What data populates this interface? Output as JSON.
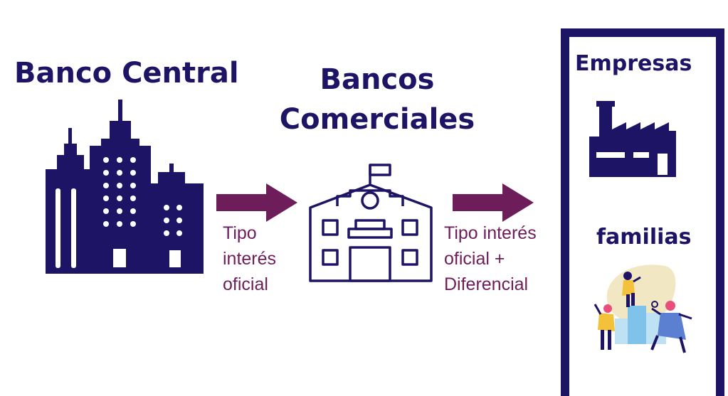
{
  "banco_central": {
    "title": "Banco Central"
  },
  "bancos_comerciales": {
    "title_line1": "Bancos",
    "title_line2": "Comerciales"
  },
  "arrow1": {
    "label_lines": [
      "Tipo",
      "interés",
      "oficial"
    ]
  },
  "arrow2": {
    "label_lines": [
      "Tipo interés",
      "oficial +",
      "Diferencial"
    ]
  },
  "panel": {
    "empresas_title": "Empresas",
    "familias_title": "familias"
  },
  "icons": [
    "buildings-icon",
    "bank-icon",
    "factory-icon",
    "family-illustration"
  ],
  "colors": {
    "navy": "#1e1466",
    "purple": "#6e1d5b"
  }
}
